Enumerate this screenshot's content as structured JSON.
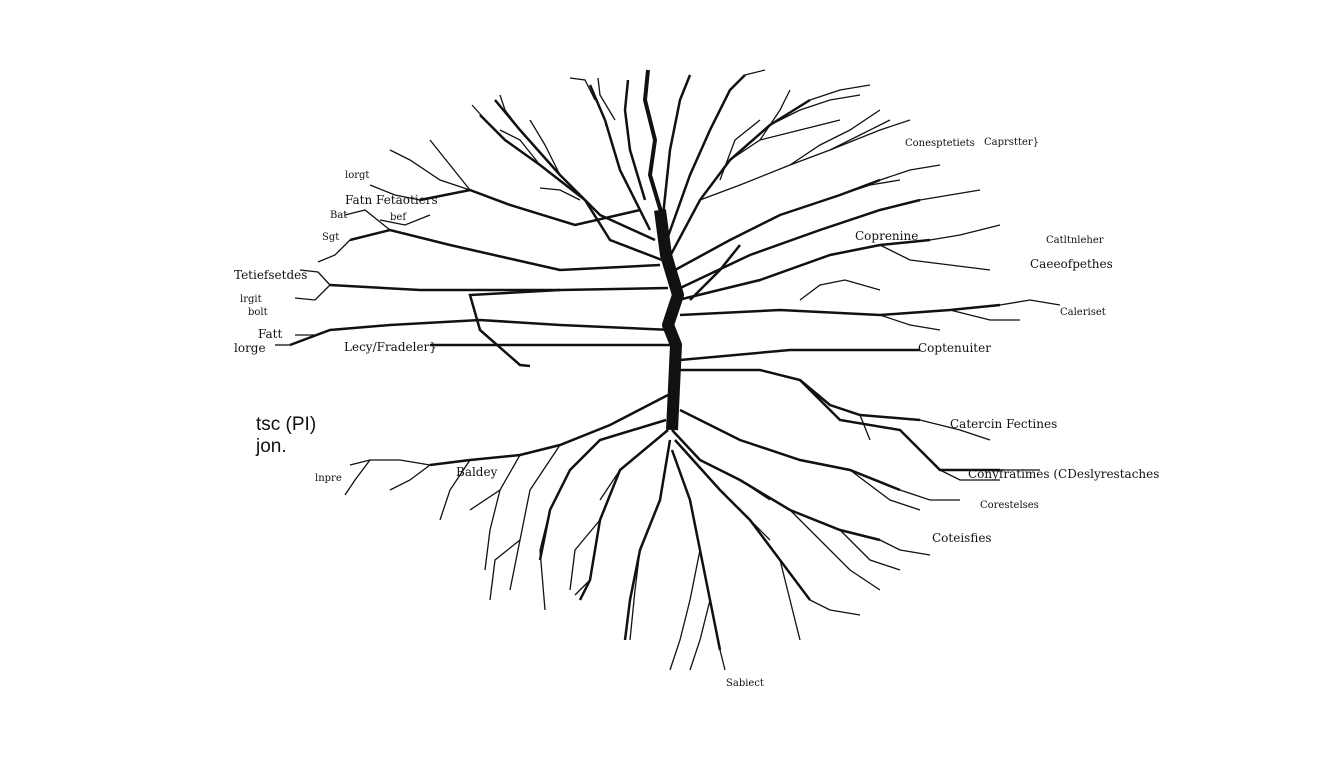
{
  "colors": {
    "ink": "#111111",
    "paper": "#ffffff"
  },
  "side_note": {
    "line1": "tsc (PI)",
    "line2": "jon."
  },
  "labels": {
    "l1": "Fatn Fetaotiers",
    "l2": "Tetiefsetdes",
    "l3": "Lecy/Fradeler}",
    "l4": "lorge",
    "l5": "Fatt",
    "l6": "bolt",
    "l7": "lrgit",
    "l8": "Baldey",
    "l9": "Coprenine",
    "l10": "Caeeofpethes",
    "l11": "Coptenuiter",
    "l12": "Catercin Fectines",
    "l13": "Conyfratimes (CDeslyrestaches",
    "l14": "Coteisfies",
    "l15": "Conesptetiets",
    "l16": "Catltnleher",
    "l17": "Sabiect",
    "l18": "Caleriset",
    "l19": "lnpre",
    "l20": "Corestelses",
    "l21": "Bat",
    "l22": "bef",
    "l23": "Sgt",
    "l24": "lorgt",
    "l25": "Caprstter}"
  }
}
